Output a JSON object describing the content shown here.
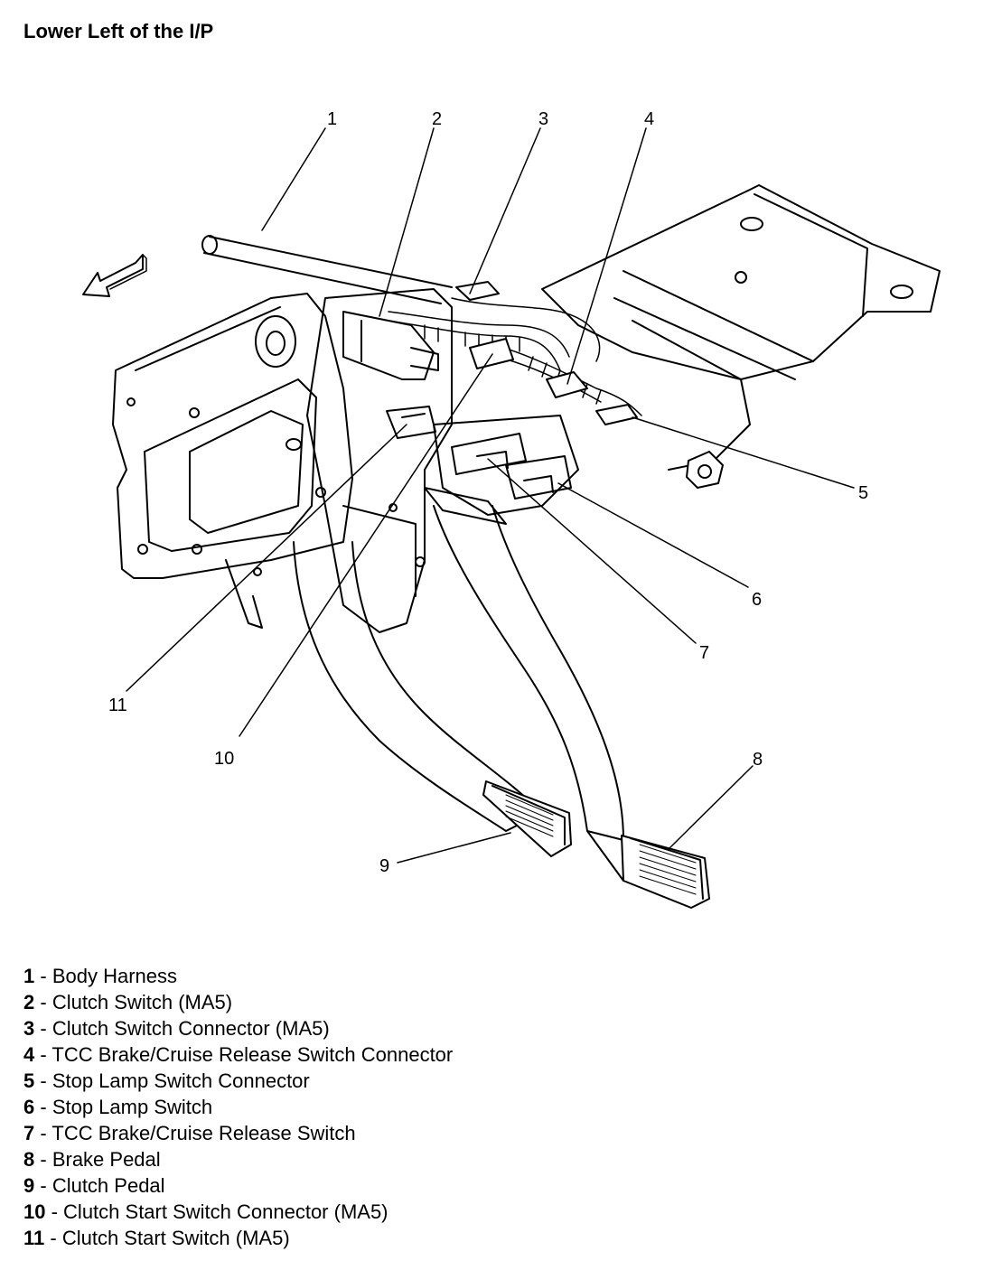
{
  "title": "Lower Left of the I/P",
  "callouts": [
    "1",
    "2",
    "3",
    "4",
    "5",
    "6",
    "7",
    "8",
    "9",
    "10",
    "11"
  ],
  "legend": [
    {
      "num": "1",
      "sep": " - ",
      "label": "Body Harness"
    },
    {
      "num": "2",
      "sep": " - ",
      "label": "Clutch Switch (MA5)"
    },
    {
      "num": "3",
      "sep": " - ",
      "label": "Clutch Switch Connector (MA5)"
    },
    {
      "num": "4",
      "sep": " - ",
      "label": "TCC Brake/Cruise Release Switch Connector"
    },
    {
      "num": "5",
      "sep": " - ",
      "label": "Stop Lamp Switch Connector"
    },
    {
      "num": "6",
      "sep": " - ",
      "label": "Stop Lamp Switch"
    },
    {
      "num": "7",
      "sep": " - ",
      "label": "TCC Brake/Cruise Release Switch"
    },
    {
      "num": "8",
      "sep": " - ",
      "label": "Brake Pedal"
    },
    {
      "num": "9",
      "sep": " - ",
      "label": "Clutch Pedal"
    },
    {
      "num": "10",
      "sep": " - ",
      "label": "Clutch Start Switch Connector (MA5)"
    },
    {
      "num": "11",
      "sep": " - ",
      "label": "Clutch Start Switch (MA5)"
    }
  ]
}
